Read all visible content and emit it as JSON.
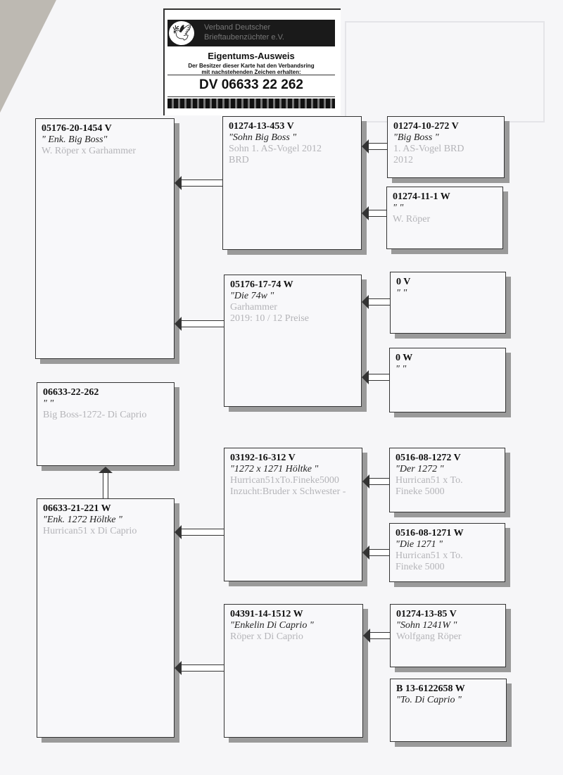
{
  "card": {
    "org_line1": "Verband Deutscher",
    "org_line2": "Brieftaubenzüchter e.V.",
    "title": "Eigentums-Ausweis",
    "desc_line1": "Der Besitzer dieser Karte hat den Verbandsring",
    "desc_line2": "mit nachstehenden Zeichen erhalten:",
    "ring": "DV 06633 22 262"
  },
  "pigeons": [
    {
      "ring": "05176-20-1454 V",
      "name": "\" Enk. Big Boss\"",
      "info": [
        "W. Röper x Garhammer"
      ]
    },
    {
      "ring": "06633-22-262",
      "name": "\" \"",
      "info": [
        "Big Boss-1272- Di Caprio"
      ]
    },
    {
      "ring": "06633-21-221 W",
      "name": "\"Enk. 1272 Höltke \"",
      "info": [
        "Hurrican51 x Di Caprio"
      ]
    },
    {
      "ring": "01274-13-453 V",
      "name": "\"Sohn Big Boss \"",
      "info": [
        "Sohn 1. AS-Vogel 2012",
        "BRD"
      ]
    },
    {
      "ring": "05176-17-74 W",
      "name": "\"Die 74w \"",
      "info": [
        "Garhammer",
        "2019: 10 / 12 Preise"
      ]
    },
    {
      "ring": "03192-16-312 V",
      "name": "\"1272 x 1271 Höltke \"",
      "info": [
        "Hurrican51xTo.Fineke5000",
        "Inzucht:Bruder x Schwester -"
      ]
    },
    {
      "ring": "04391-14-1512 W",
      "name": "\"Enkelin Di Caprio \"",
      "info": [
        "Röper x Di Caprio"
      ]
    },
    {
      "ring": "01274-10-272 V",
      "name": "\"Big Boss \"",
      "info": [
        "1. AS-Vogel BRD",
        "2012"
      ]
    },
    {
      "ring": "01274-11-1 W",
      "name": "\" \"",
      "info": [
        "W. Röper"
      ]
    },
    {
      "ring": "0 V",
      "name": "\" \"",
      "info": []
    },
    {
      "ring": "0 W",
      "name": "\" \"",
      "info": []
    },
    {
      "ring": "0516-08-1272 V",
      "name": "\"Der 1272 \"",
      "info": [
        "Hurrican51 x To.",
        "Fineke 5000"
      ]
    },
    {
      "ring": "0516-08-1271 W",
      "name": "\"Die 1271 \"",
      "info": [
        "Hurrican51 x To.",
        "Fineke 5000"
      ]
    },
    {
      "ring": "01274-13-85 V",
      "name": "\"Sohn 1241W \"",
      "info": [
        "Wolfgang Röper"
      ]
    },
    {
      "ring": "B 13-6122658 W",
      "name": "\"To. Di Caprio \"",
      "info": []
    }
  ]
}
